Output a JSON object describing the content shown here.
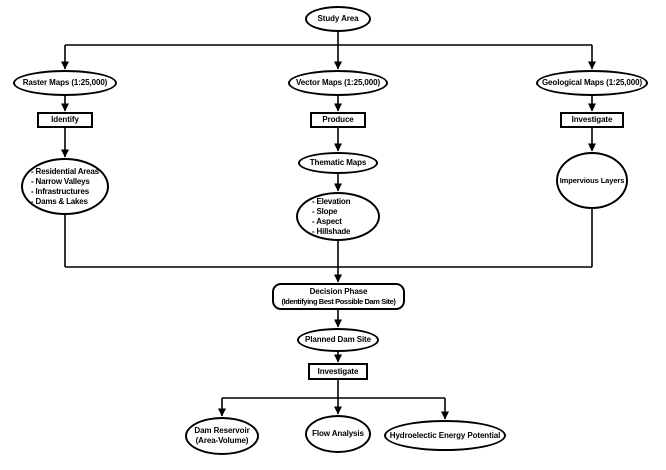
{
  "nodes": {
    "study_area": {
      "label": "Study Area"
    },
    "raster_maps": {
      "label": "Raster Maps (1:25,000)"
    },
    "vector_maps": {
      "label": "Vector Maps (1:25,000)"
    },
    "geological_maps": {
      "label": "Geological Maps (1:25,000)"
    },
    "identify": {
      "label": "Identify"
    },
    "produce": {
      "label": "Produce"
    },
    "investigate_geology": {
      "label": "Investigate"
    },
    "raster_criteria": {
      "lines": [
        "- Residential Areas",
        "- Narrow Valleys",
        "- Infrastructures",
        "- Dams & Lakes"
      ]
    },
    "thematic_maps": {
      "label": "Thematic Maps"
    },
    "thematic_layers": {
      "lines": [
        "- Elevation",
        "- Slope",
        "- Aspect",
        "- Hillshade"
      ]
    },
    "impervious_layers": {
      "label": "Impervious Layers"
    },
    "decision_phase": {
      "line1": "Decision Phase",
      "line2": "(Identifying Best Possible Dam Site)"
    },
    "planned_dam_site": {
      "label": "Planned Dam Site"
    },
    "investigate_dam_site": {
      "label": "Investigate"
    },
    "dam_reservoir": {
      "line1": "Dam Reservoir",
      "line2": "(Area-Volume)"
    },
    "flow_analysis": {
      "label": "Flow Analysis"
    },
    "hydroelectric_potential": {
      "label": "Hydroelectic Energy Potential"
    }
  },
  "colors": {
    "line": "#000000",
    "background": "#ffffff",
    "node_fill": "#ffffff"
  }
}
